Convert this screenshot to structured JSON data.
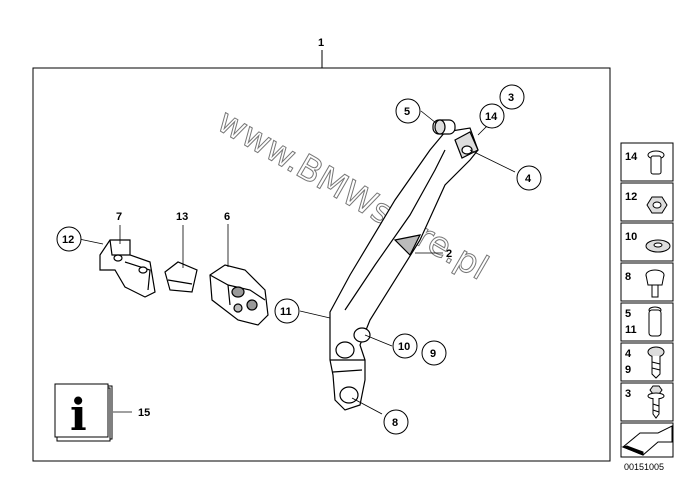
{
  "diagram": {
    "title_number": "1",
    "watermark": "www.BMWstore.pl",
    "image_code": "00151005",
    "callouts": {
      "c1": "1",
      "c2": "2",
      "c3": "3",
      "c4": "4",
      "c5": "5",
      "c6": "6",
      "c7": "7",
      "c8": "8",
      "c9": "9",
      "c10": "10",
      "c11": "11",
      "c12": "12",
      "c13": "13",
      "c14": "14",
      "c15": "15"
    },
    "legend": [
      {
        "label": "14",
        "icon": "rivet-icon"
      },
      {
        "label": "12",
        "icon": "nut-icon"
      },
      {
        "label": "10",
        "icon": "washer-icon"
      },
      {
        "label": "8",
        "icon": "rubber-buffer-icon"
      },
      {
        "label": "5\n11",
        "l1": "5",
        "l2": "11",
        "icon": "pin-icon"
      },
      {
        "label": "4\n9",
        "l1": "4",
        "l2": "9",
        "icon": "screw-icon"
      },
      {
        "label": "3",
        "icon": "bolt-icon"
      }
    ],
    "legend_labels": {
      "r0": "14",
      "r1": "12",
      "r2": "10",
      "r3": "8",
      "r4a": "5",
      "r4b": "11",
      "r5a": "4",
      "r5b": "9",
      "r6": "3"
    },
    "info_icon": "i"
  }
}
